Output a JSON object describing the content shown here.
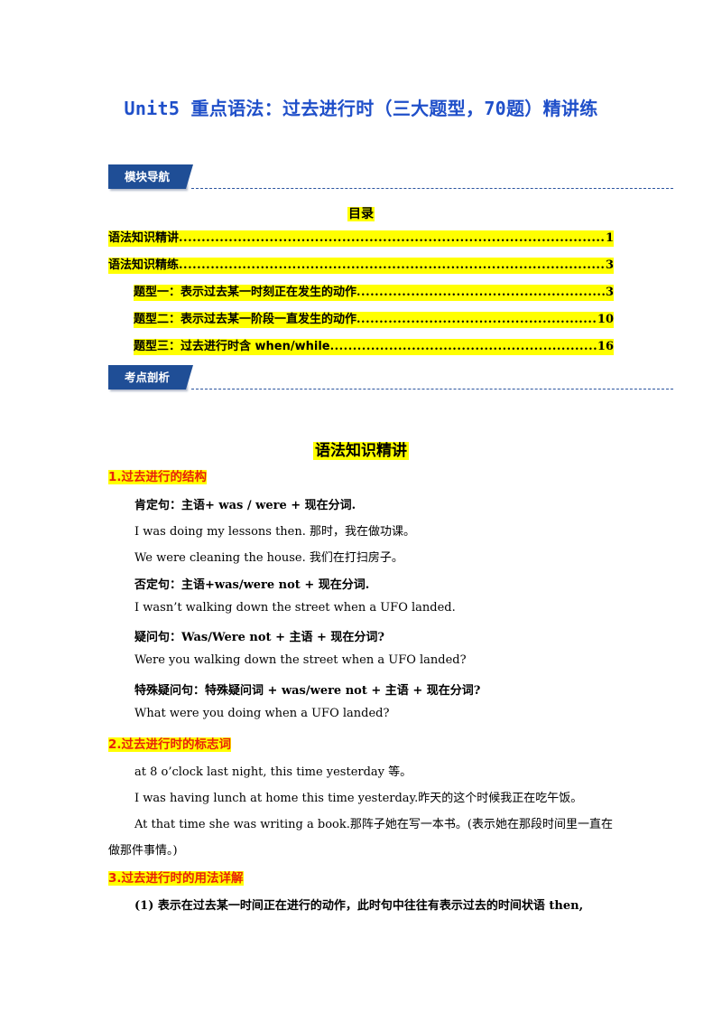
{
  "title": "Unit5 重点语法：过去进行时（三大题型，70题）精讲练",
  "sections": {
    "nav_label": "模块导航",
    "analysis_label": "考点剖析"
  },
  "toc": {
    "heading": "目录",
    "entries": [
      {
        "text": "语法知识精讲",
        "page": "1"
      },
      {
        "text": "语法知识精练",
        "page": "3"
      },
      {
        "text": "题型一：表示过去某一时刻正在发生的动作",
        "page": "3"
      },
      {
        "text": "题型二：表示过去某一阶段一直发生的动作",
        "page": "10"
      },
      {
        "text": "题型三：过去进行时含 when/while",
        "page": "16"
      }
    ]
  },
  "body": {
    "heading": "语法知识精讲",
    "sub1": "1.过去进行的结构",
    "s1_affirm": "肯定句：主语+ was / were + 现在分词.",
    "s1_ex1": "I was doing my lessons then. 那时，我在做功课。",
    "s1_ex2": "We were cleaning the house. 我们在打扫房子。",
    "s1_neg": "否定句：主语+was/were not + 现在分词.",
    "s1_ex3": "I wasn’t walking down the street when a UFO landed.",
    "s1_q": "疑问句：Was/Were not + 主语 + 现在分词?",
    "s1_ex4": "Were you walking down the street when a UFO landed?",
    "s1_wh": "特殊疑问句：特殊疑问词 + was/were not + 主语 + 现在分词?",
    "s1_ex5": "What were you doing when a UFO landed?",
    "sub2": "2.过去进行时的标志词",
    "s2_l1": "at 8 o’clock last night, this time yesterday 等。",
    "s2_l2": "I was having lunch at home this time yesterday.昨天的这个时候我正在吃午饭。",
    "s2_l3": "At that time she was writing a book.那阵子她在写一本书。(表示她在那段时间里一直在",
    "s2_l4": "做那件事情。)",
    "sub3": "3.过去进行时的用法详解",
    "s3_l1": "(1) 表示在过去某一时间正在进行的动作，此时句中往往有表示过去的时间状语 then,"
  }
}
